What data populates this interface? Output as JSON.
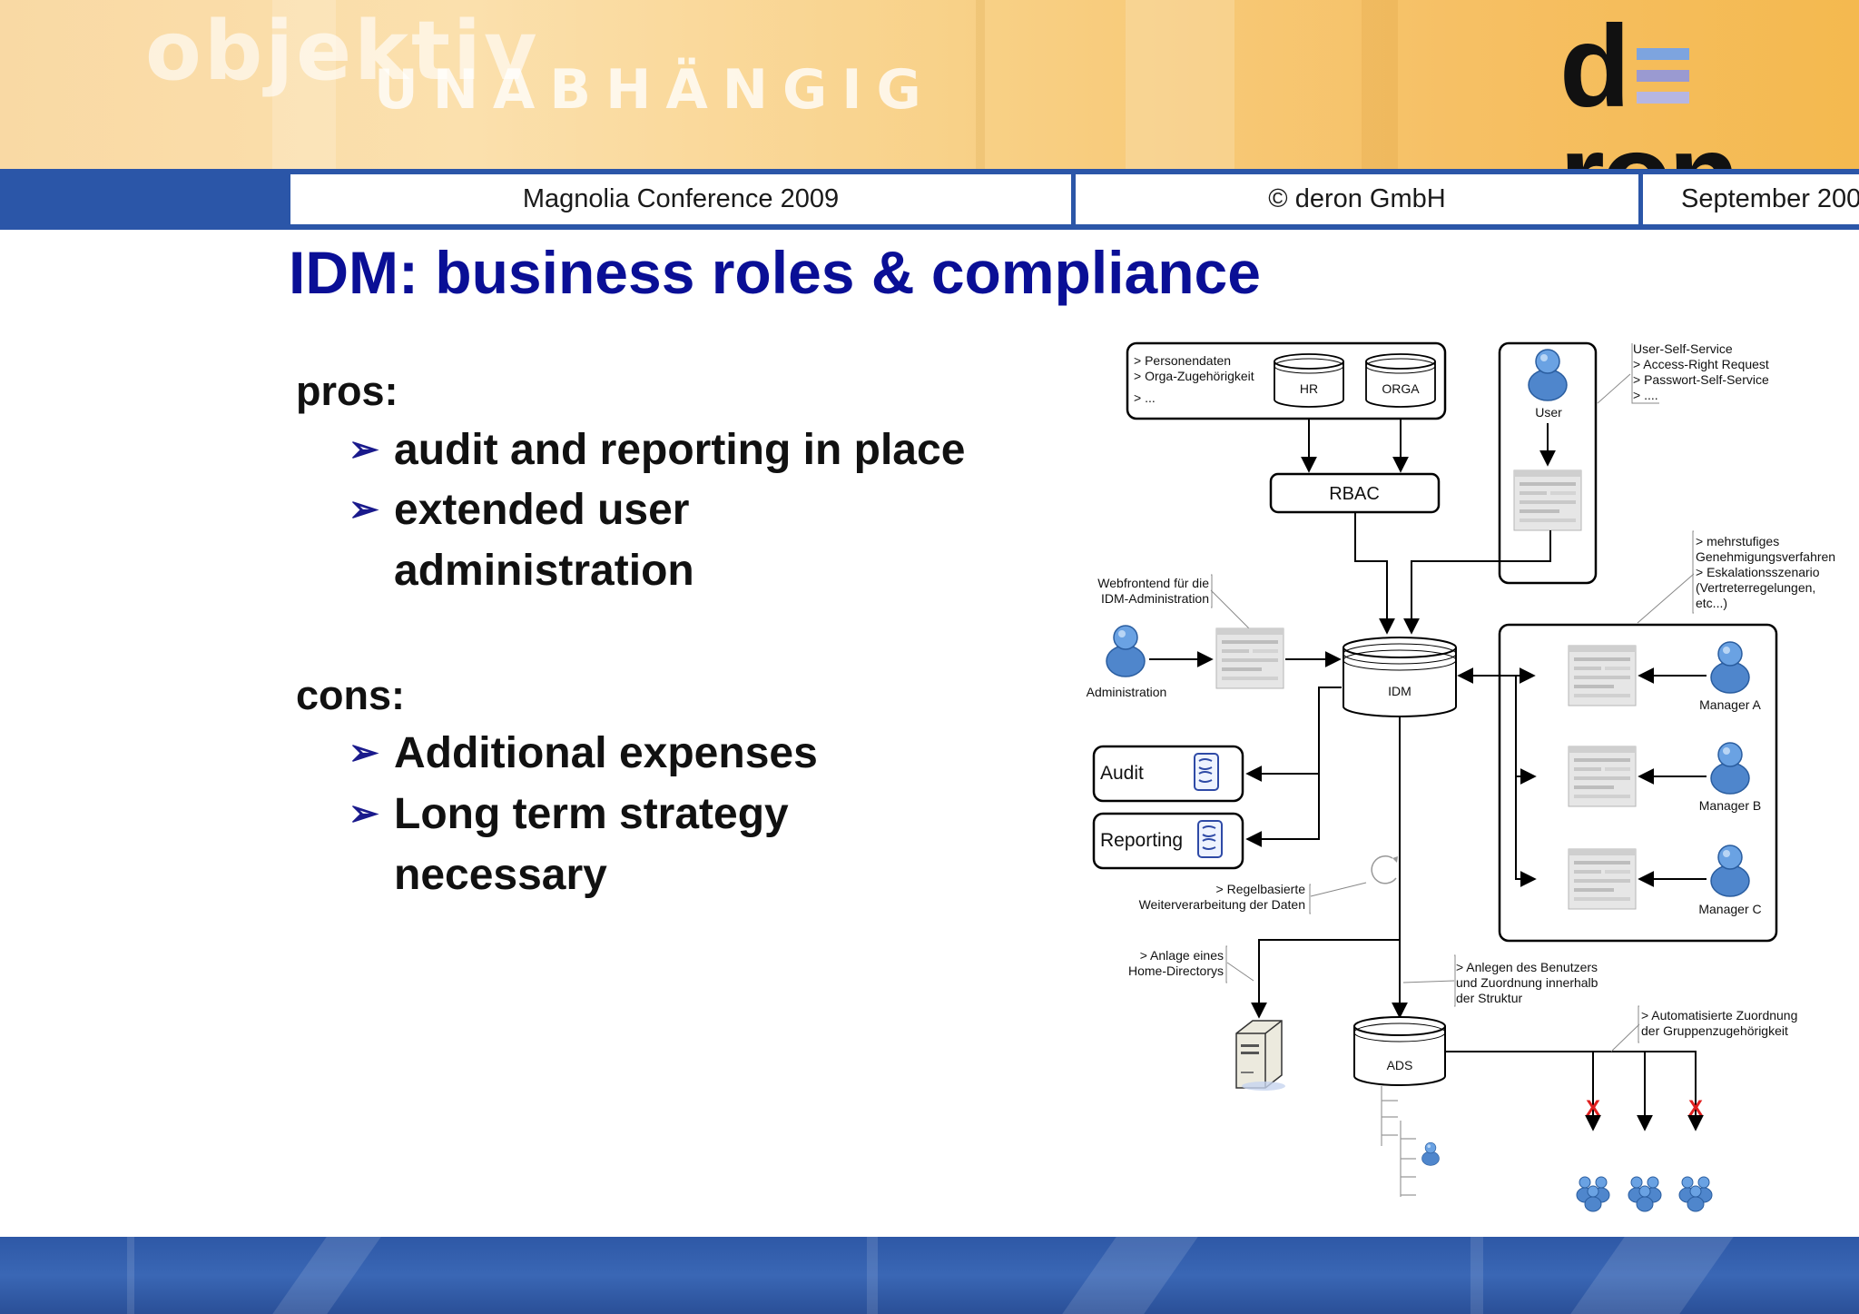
{
  "banner": {
    "watermark_top": "objektiv",
    "watermark_bottom": "UNABHÄNGIG",
    "logo_left": "d",
    "logo_right": "ron"
  },
  "header": {
    "conference": "Magnolia Conference 2009",
    "copyright": "© deron GmbH",
    "date": "September 200"
  },
  "slide": {
    "title": "IDM: business roles & compliance",
    "pros_heading": "pros:",
    "pros": [
      "audit and reporting in place",
      "extended user",
      "administration"
    ],
    "cons_heading": "cons:",
    "cons": [
      "Additional expenses",
      "Long term strategy",
      "necessary"
    ],
    "bullet_glyph": "➢"
  },
  "diagram": {
    "source_lines": [
      "> Personendaten",
      "> Orga-Zugehörigkeit",
      "> ..."
    ],
    "hr": "HR",
    "orga": "ORGA",
    "user": "User",
    "self_service": [
      "User-Self-Service",
      "> Access-Right Request",
      "> Passwort-Self-Service",
      "> ...."
    ],
    "rbac": "RBAC",
    "approval": [
      "> mehrstufiges",
      "Genehmigungsverfahren",
      "> Eskalationsszenario",
      "(Vertreterregelungen,",
      "etc...)"
    ],
    "webfrontend": [
      "Webfrontend für die",
      "IDM-Administration"
    ],
    "administration": "Administration",
    "idm": "IDM",
    "manager_a": "Manager A",
    "manager_b": "Manager B",
    "manager_c": "Manager C",
    "audit": "Audit",
    "reporting": "Reporting",
    "rule_based": [
      "> Regelbasierte",
      "Weiterverarbeitung der Daten"
    ],
    "home_dir": [
      "> Anlage eines",
      "Home-Directorys"
    ],
    "create_user": [
      "> Anlegen des Benutzers",
      "und Zuordnung innerhalb",
      "der Struktur"
    ],
    "auto_assign": [
      "> Automatisierte Zuordnung",
      "der Gruppenzugehörigkeit"
    ],
    "ads": "ADS",
    "deny_mark": "X"
  },
  "colors": {
    "title_blue": "#0a0f96",
    "header_blue": "#2b56a8",
    "person_blue": "#5b93d6",
    "deny_red": "#e02020"
  }
}
